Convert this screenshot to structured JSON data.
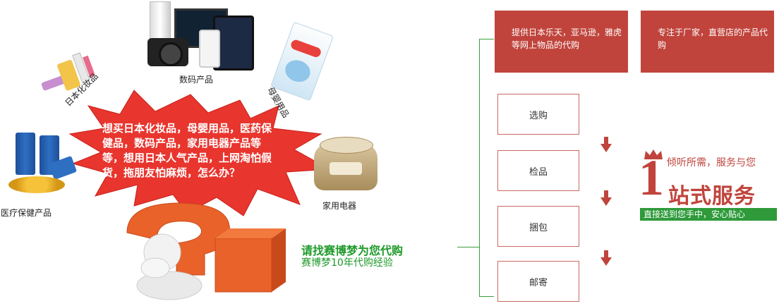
{
  "categories": {
    "digital": "数码产品",
    "cosmetics": "日本化妆品",
    "baby": "母婴用品",
    "health": "医疗保健产品",
    "appliances": "家用电器"
  },
  "burst": {
    "text": "想买日本化妆品，母婴用品，医药保健品，数码产品，家用电器产品等等，想用日本人气产品，上网淘怕假货，拖朋友怕麻烦，怎么办？"
  },
  "call_to_action": {
    "title": "请找赛博梦为您代购",
    "subtitle": "赛博梦10年代购经验"
  },
  "services": {
    "box1": "提供日本乐天，亚马逊，雅虎等网上物品的代购",
    "box2": "专注于厂家，直营店的产品代购"
  },
  "steps": [
    "选购",
    "检品",
    "捆包",
    "邮寄"
  ],
  "promo": {
    "top": "倾听所需，服务与您",
    "number": "1",
    "big": "站式服务",
    "bar": "直接送到您手中，安心贴心"
  },
  "colors": {
    "accent_red": "#c0443c",
    "green": "#1e9a2a",
    "burst_red": "#e8352e"
  }
}
